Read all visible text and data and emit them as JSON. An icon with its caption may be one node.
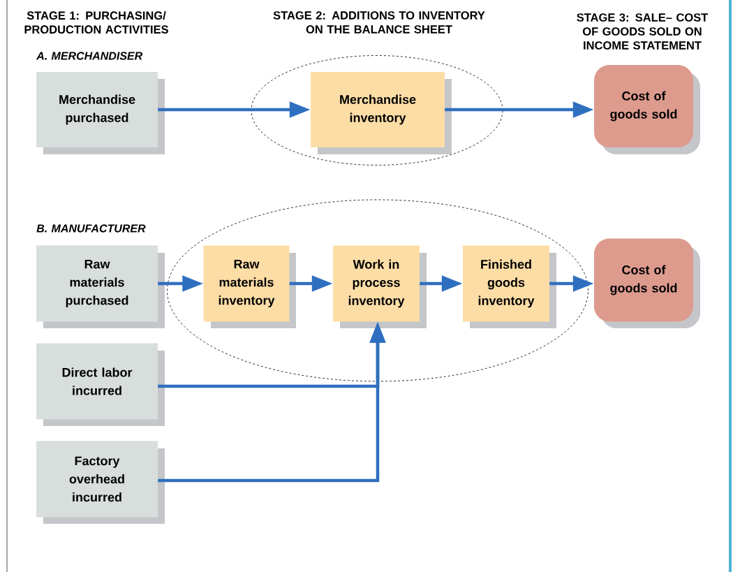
{
  "diagram": {
    "nodes": [
      {
        "text": [
          "Merchandise purchased"
        ]
      },
      {
        "text": [],
        "shape": "ellipse"
      },
      {
        "text": [
          "Merchandise inventory"
        ],
        "in": 1
      },
      {
        "text": [
          "Cost of goods sold"
        ]
      },
      {
        "text": [
          "Raw materials purchased"
        ]
      },
      {
        "text": [],
        "shape": "ellipse"
      },
      {
        "text": [
          "Raw materials inventory"
        ],
        "in": 5
      },
      {
        "text": [
          "Work in process inventory"
        ],
        "in": 5
      },
      {
        "text": [
          "Finished goods inventory"
        ],
        "in": 5
      },
      {
        "text": [
          "Cost of goods sold"
        ]
      },
      {
        "text": [
          "Direct labor incurred"
        ]
      },
      {
        "text": [
          "Factory overhead incurred"
        ]
      }
    ],
    "edges": [
      {
        "from": 0,
        "to": 2,
        "arrow": "to"
      },
      {
        "from": 2,
        "to": 3,
        "arrow": "to"
      },
      {
        "from": 4,
        "to": 6,
        "arrow": "to"
      },
      {
        "from": 6,
        "to": 7,
        "arrow": "to"
      },
      {
        "from": 7,
        "to": 8,
        "arrow": "to"
      },
      {
        "from": 8,
        "to": 9,
        "arrow": "to"
      },
      {
        "from": 10,
        "to": 7,
        "arrow": "to"
      },
      {
        "from": 11,
        "to": 7,
        "arrow": "to"
      }
    ],
    "labels": [
      "STAGE 1: PURCHASING/ PRODUCTION ACTIVITIES",
      "STAGE 2: ADDITIONS TO INVENTORY ON THE BALANCE SHEET",
      "STAGE 3: SALE– COST OF GOODS SOLD ON INCOME STATEMENT",
      "A. MERCHANDISER",
      "B. MANUFACTURER"
    ]
  }
}
